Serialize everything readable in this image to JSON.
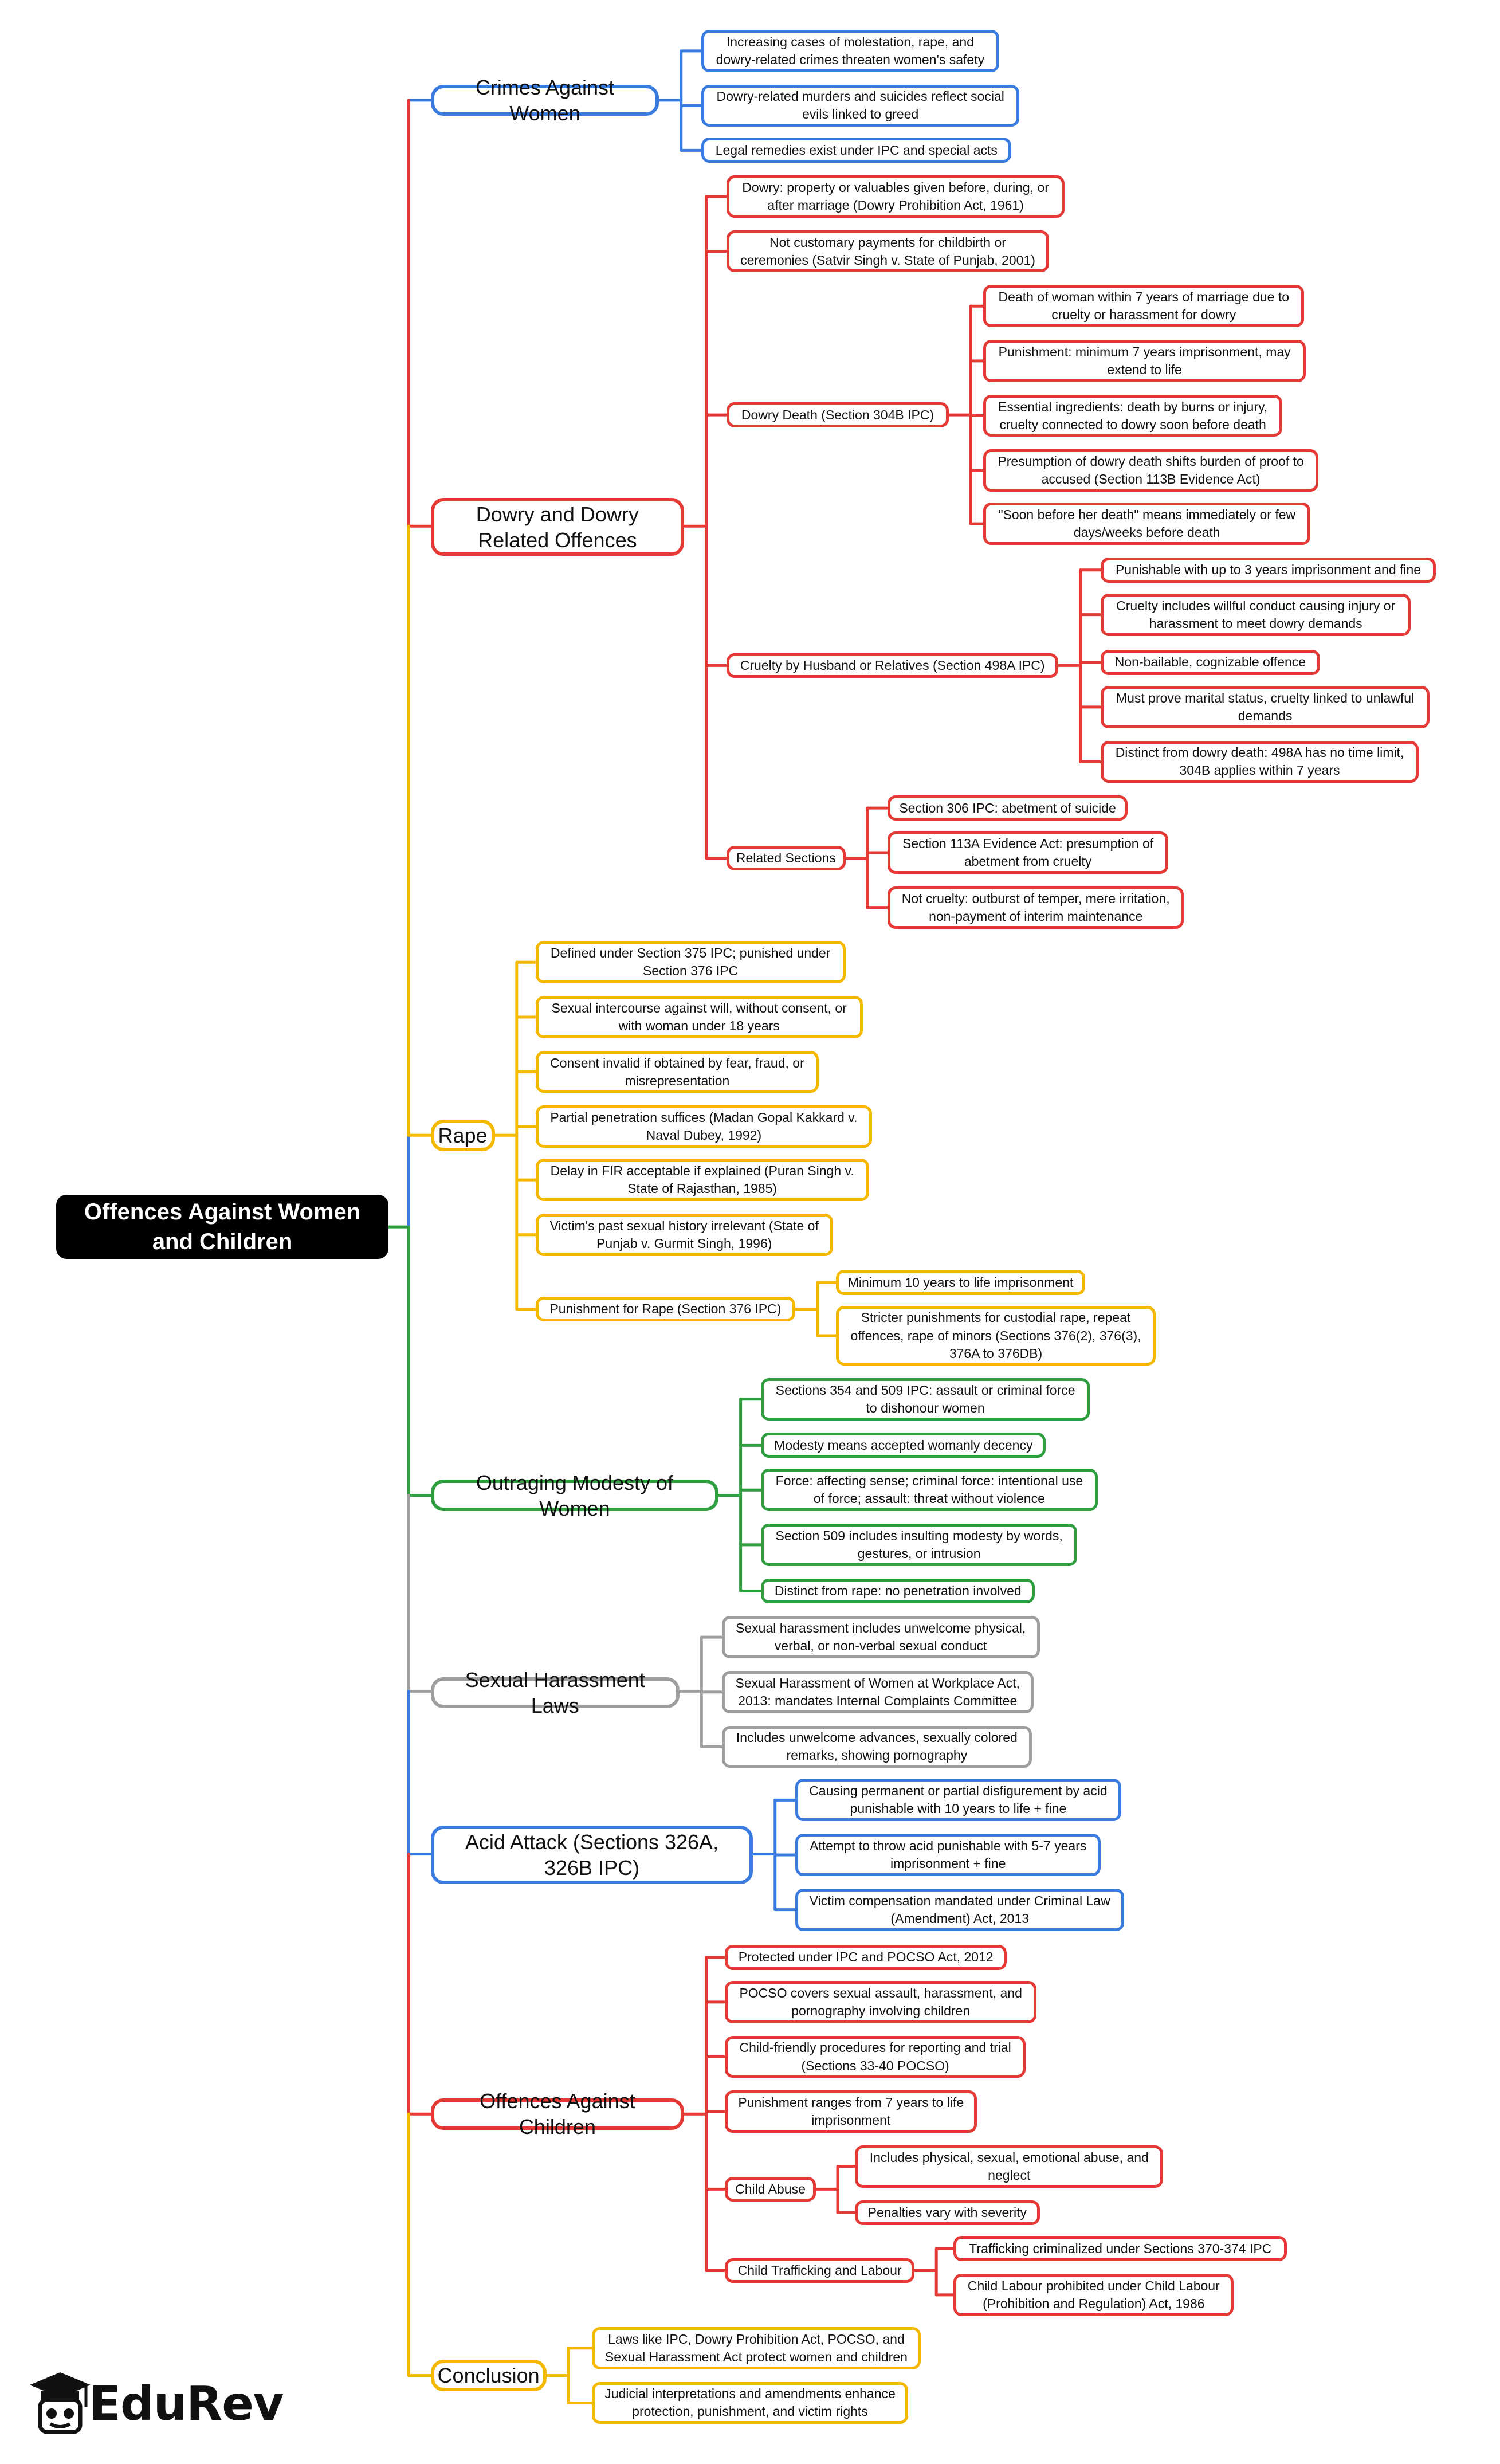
{
  "root": "Offences Against Women and Children",
  "brand": "EduRev",
  "colors": {
    "blue": "#3a7be0",
    "red": "#e53935",
    "yellow": "#f5b800",
    "green": "#2e9e3e",
    "gray": "#9e9e9e",
    "root_bg": "#000000"
  },
  "icons": [
    "graduation-cap-icon"
  ],
  "branches": [
    {
      "label": "Crimes Against Women",
      "color": "blue",
      "children": [
        {
          "label": "Increasing cases of molestation, rape, and dowry-related crimes threaten women's safety"
        },
        {
          "label": "Dowry-related murders and suicides reflect social evils linked to greed"
        },
        {
          "label": "Legal remedies exist under IPC and special acts"
        }
      ]
    },
    {
      "label": "Dowry and Dowry Related Offences",
      "color": "red",
      "children": [
        {
          "label": "Dowry: property or valuables given before, during, or after marriage (Dowry Prohibition Act, 1961)"
        },
        {
          "label": "Not customary payments for childbirth or ceremonies (Satvir Singh v. State of Punjab, 2001)"
        },
        {
          "label": "Dowry Death (Section 304B IPC)",
          "children": [
            {
              "label": "Death of woman within 7 years of marriage due to cruelty or harassment for dowry"
            },
            {
              "label": "Punishment: minimum 7 years imprisonment, may extend to life"
            },
            {
              "label": "Essential ingredients: death by burns or injury, cruelty connected to dowry soon before death"
            },
            {
              "label": "Presumption of dowry death shifts burden of proof to accused (Section 113B Evidence Act)"
            },
            {
              "label": "\"Soon before her death\" means immediately or few days/weeks before death"
            }
          ]
        },
        {
          "label": "Cruelty by Husband or Relatives (Section 498A IPC)",
          "children": [
            {
              "label": "Punishable with up to 3 years imprisonment and fine"
            },
            {
              "label": "Cruelty includes willful conduct causing injury or harassment to meet dowry demands"
            },
            {
              "label": "Non-bailable, cognizable offence"
            },
            {
              "label": "Must prove marital status, cruelty linked to unlawful demands"
            },
            {
              "label": "Distinct from dowry death: 498A has no time limit, 304B applies within 7 years"
            }
          ]
        },
        {
          "label": "Related Sections",
          "children": [
            {
              "label": "Section 306 IPC: abetment of suicide"
            },
            {
              "label": "Section 113A Evidence Act: presumption of abetment from cruelty"
            },
            {
              "label": "Not cruelty: outburst of temper, mere irritation, non-payment of interim maintenance"
            }
          ]
        }
      ]
    },
    {
      "label": "Rape",
      "color": "yellow",
      "children": [
        {
          "label": "Defined under Section 375 IPC; punished under Section 376 IPC"
        },
        {
          "label": "Sexual intercourse against will, without consent, or with woman under 18 years"
        },
        {
          "label": "Consent invalid if obtained by fear, fraud, or misrepresentation"
        },
        {
          "label": "Partial penetration suffices (Madan Gopal Kakkard v. Naval Dubey, 1992)"
        },
        {
          "label": "Delay in FIR acceptable if explained (Puran Singh v. State of Rajasthan, 1985)"
        },
        {
          "label": "Victim's past sexual history irrelevant (State of Punjab v. Gurmit Singh, 1996)"
        },
        {
          "label": "Punishment for Rape (Section 376 IPC)",
          "children": [
            {
              "label": "Minimum 10 years to life imprisonment"
            },
            {
              "label": "Stricter punishments for custodial rape, repeat offences, rape of minors (Sections 376(2), 376(3), 376A to 376DB)"
            }
          ]
        }
      ]
    },
    {
      "label": "Outraging Modesty of Women",
      "color": "green",
      "children": [
        {
          "label": "Sections 354 and 509 IPC: assault or criminal force to dishonour women"
        },
        {
          "label": "Modesty means accepted womanly decency"
        },
        {
          "label": "Force: affecting sense; criminal force: intentional use of force; assault: threat without violence"
        },
        {
          "label": "Section 509 includes insulting modesty by words, gestures, or intrusion"
        },
        {
          "label": "Distinct from rape: no penetration involved"
        }
      ]
    },
    {
      "label": "Sexual Harassment Laws",
      "color": "gray",
      "children": [
        {
          "label": "Sexual harassment includes unwelcome physical, verbal, or non-verbal sexual conduct"
        },
        {
          "label": "Sexual Harassment of Women at Workplace Act, 2013: mandates Internal Complaints Committee"
        },
        {
          "label": "Includes unwelcome advances, sexually colored remarks, showing pornography"
        }
      ]
    },
    {
      "label": "Acid Attack (Sections 326A, 326B IPC)",
      "color": "blue",
      "children": [
        {
          "label": "Causing permanent or partial disfigurement by acid punishable with 10 years to life + fine"
        },
        {
          "label": "Attempt to throw acid punishable with 5-7 years imprisonment + fine"
        },
        {
          "label": "Victim compensation mandated under Criminal Law (Amendment) Act, 2013"
        }
      ]
    },
    {
      "label": "Offences Against Children",
      "color": "red",
      "children": [
        {
          "label": "Protected under IPC and POCSO Act, 2012"
        },
        {
          "label": "POCSO covers sexual assault, harassment, and pornography involving children"
        },
        {
          "label": "Child-friendly procedures for reporting and trial (Sections 33-40 POCSO)"
        },
        {
          "label": "Punishment ranges from 7 years to life imprisonment"
        },
        {
          "label": "Child Abuse",
          "children": [
            {
              "label": "Includes physical, sexual, emotional abuse, and neglect"
            },
            {
              "label": "Penalties vary with severity"
            }
          ]
        },
        {
          "label": "Child Trafficking and Labour",
          "children": [
            {
              "label": "Trafficking criminalized under Sections 370-374 IPC"
            },
            {
              "label": "Child Labour prohibited under Child Labour (Prohibition and Regulation) Act, 1986"
            }
          ]
        }
      ]
    },
    {
      "label": "Conclusion",
      "color": "yellow",
      "children": [
        {
          "label": "Laws like IPC, Dowry Prohibition Act, POCSO, and Sexual Harassment Act protect women and children"
        },
        {
          "label": "Judicial interpretations and amendments enhance protection, punishment, and victim rights"
        }
      ]
    }
  ]
}
